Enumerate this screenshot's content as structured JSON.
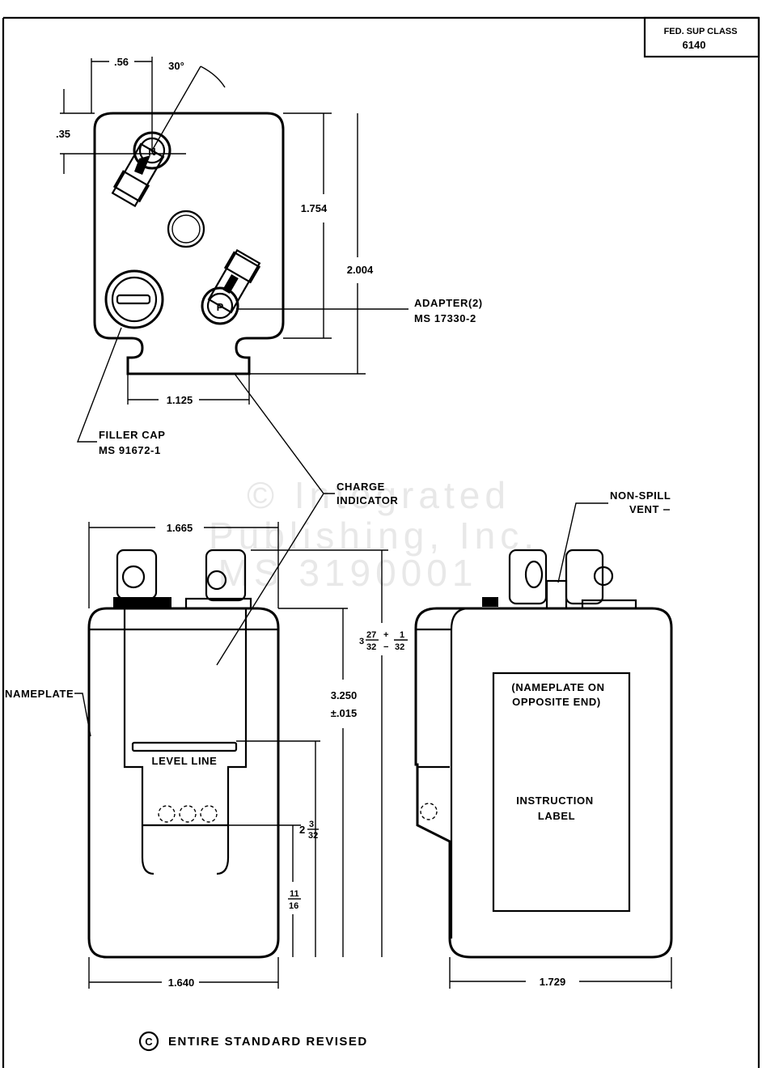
{
  "title_block": {
    "line1": "FED. SUP CLASS",
    "line2": "6140"
  },
  "watermark": {
    "line1": "© Integrated",
    "line2": "Publishing, Inc.",
    "line3": "MS 3190001"
  },
  "top_view": {
    "dims": {
      "terminal_offset_x": ".56",
      "angle": "30°",
      "terminal_offset_y": ".35",
      "height_body": "1.754",
      "height_overall": "2.004",
      "slot_spacing": "1.125"
    },
    "terminal_marks": {
      "negative": "N",
      "positive": "P"
    },
    "callouts": {
      "adapter_line1": "ADAPTER(2)",
      "adapter_line2": "MS 17330-2",
      "filler_cap_line1": "FILLER CAP",
      "filler_cap_line2": "MS 91672-1"
    }
  },
  "front_view": {
    "dims": {
      "width_top": "1.665",
      "width_bottom": "1.640",
      "height_overall_whole": "3",
      "height_overall_num": "27",
      "height_overall_den": "32",
      "height_tol_plus": "+",
      "height_tol_minus": "−",
      "height_tol_num": "1",
      "height_tol_den": "32",
      "height_case": "3.250",
      "height_case_tol": "±.015",
      "level_whole": "2",
      "level_num": "3",
      "level_den": "32",
      "base_num": "11",
      "base_den": "16"
    },
    "callouts": {
      "charge_indicator_line1": "CHARGE",
      "charge_indicator_line2": "INDICATOR",
      "nameplate": "NAMEPLATE",
      "level_line": "LEVEL LINE"
    }
  },
  "side_view": {
    "dims": {
      "width_bottom": "1.729"
    },
    "callouts": {
      "vent_line1": "NON-SPILL",
      "vent_line2": "VENT",
      "label_note_line1": "(NAMEPLATE ON",
      "label_note_line2": "OPPOSITE END)",
      "instruction_line1": "INSTRUCTION",
      "instruction_line2": "LABEL"
    }
  },
  "revision_note": {
    "symbol": "C",
    "text": "ENTIRE STANDARD REVISED"
  }
}
